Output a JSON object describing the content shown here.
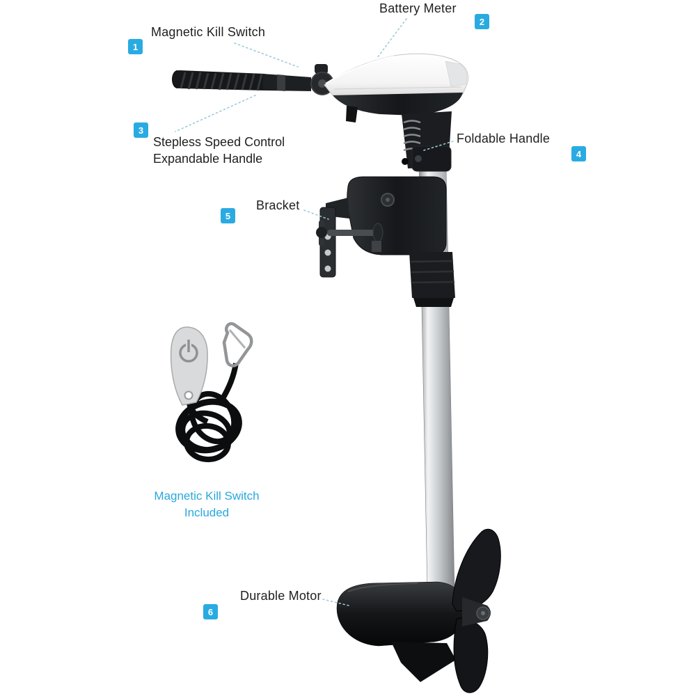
{
  "colors": {
    "badge": "#29abe2",
    "cyan_text": "#29a8dc",
    "leader": "#9ec9d9",
    "label_text": "#1f1f1f"
  },
  "callouts": [
    {
      "num": "1",
      "label": "Magnetic Kill Switch"
    },
    {
      "num": "2",
      "label": "Battery Meter"
    },
    {
      "num": "3",
      "label_lines": [
        "Stepless Speed Control",
        "Expandable Handle"
      ]
    },
    {
      "num": "4",
      "label": "Foldable Handle"
    },
    {
      "num": "5",
      "label": "Bracket"
    },
    {
      "num": "6",
      "label": "Durable Motor"
    }
  ],
  "inset_caption": {
    "line1": "Magnetic Kill Switch",
    "line2": "Included"
  }
}
